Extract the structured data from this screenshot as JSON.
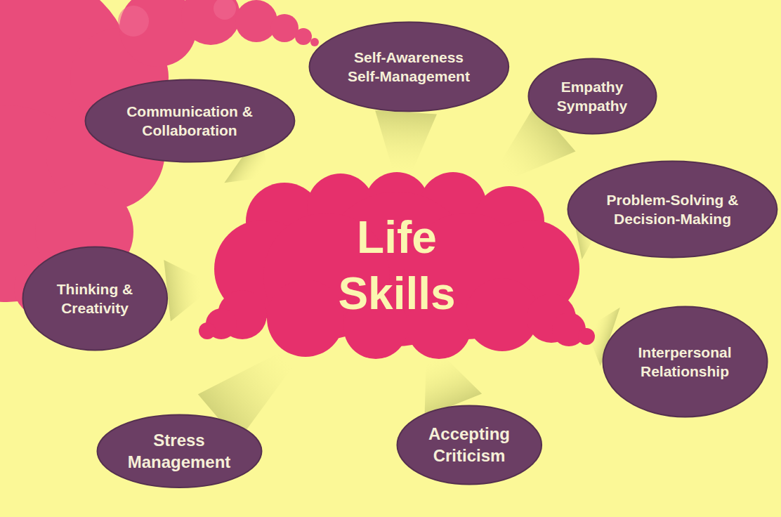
{
  "diagram": {
    "nodes": [
      {
        "text": [
          "Life Skills"
        ]
      },
      {
        "text": [
          "Communication & Collaboration"
        ]
      },
      {
        "text": [
          "Self-Awareness Self-Management"
        ]
      },
      {
        "text": [
          "Empathy Sympathy"
        ]
      },
      {
        "text": [
          "Problem-Solving & Decision-Making"
        ]
      },
      {
        "text": [
          "Thinking & Creativity"
        ]
      },
      {
        "text": [
          "Interpersonal Relationship"
        ]
      },
      {
        "text": [
          "Stress Management"
        ]
      },
      {
        "text": [
          "Accepting Criticism"
        ]
      }
    ],
    "edges": [
      {
        "from": 0,
        "to": 1,
        "arrow": "none"
      },
      {
        "from": 0,
        "to": 2,
        "arrow": "none"
      },
      {
        "from": 0,
        "to": 3,
        "arrow": "none"
      },
      {
        "from": 0,
        "to": 4,
        "arrow": "none"
      },
      {
        "from": 0,
        "to": 5,
        "arrow": "none"
      },
      {
        "from": 0,
        "to": 6,
        "arrow": "none"
      },
      {
        "from": 0,
        "to": 7,
        "arrow": "none"
      },
      {
        "from": 0,
        "to": 8,
        "arrow": "none"
      }
    ]
  }
}
